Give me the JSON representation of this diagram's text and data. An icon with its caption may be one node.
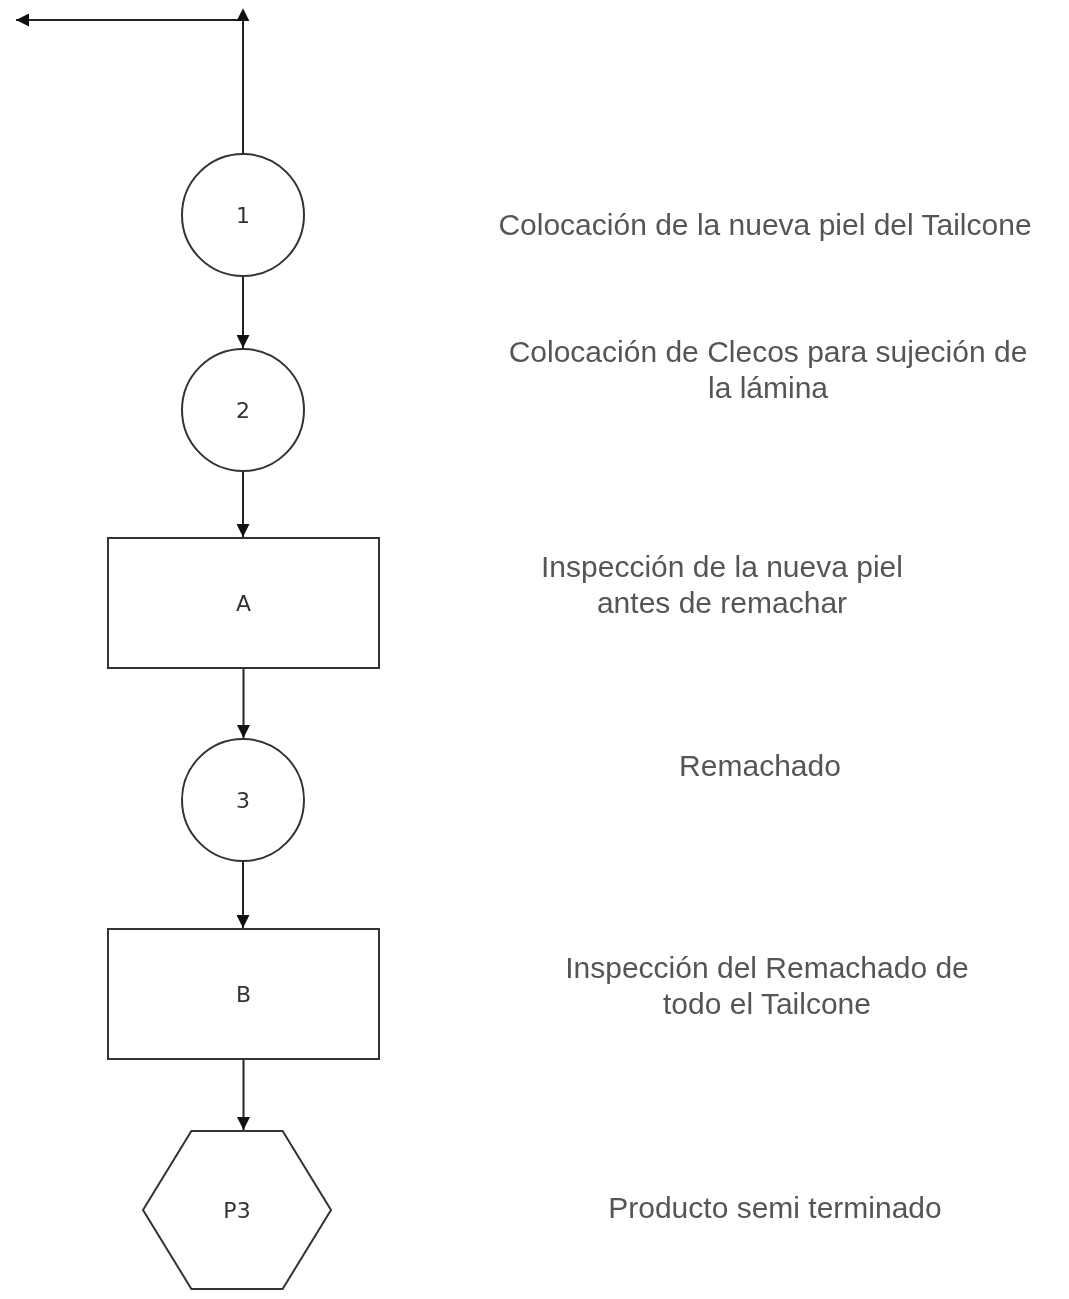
{
  "diagram": {
    "nodes": [
      {
        "text": [
          "1"
        ]
      },
      {
        "text": [
          "2"
        ]
      },
      {
        "text": [
          "A"
        ]
      },
      {
        "text": [
          "3"
        ]
      },
      {
        "text": [
          "B"
        ]
      },
      {
        "text": [
          "P3"
        ]
      }
    ],
    "edges": [
      {
        "from": 0,
        "to": null,
        "arrow": "to"
      },
      {
        "from": 0,
        "to": 1,
        "arrow": "to"
      },
      {
        "from": 1,
        "to": 2,
        "arrow": "to"
      },
      {
        "from": 2,
        "to": 3,
        "arrow": "to"
      },
      {
        "from": 3,
        "to": 4,
        "arrow": "to"
      },
      {
        "from": 4,
        "to": 5,
        "arrow": "to"
      }
    ],
    "labels": [
      "Colocación de la nueva piel del Tailcone",
      "Colocación de Clecos para sujeción de la lámina",
      "Inspección de la nueva piel antes de remachar",
      "Remachado",
      "Inspección del Remachado de todo el Tailcone",
      "Producto semi terminado"
    ]
  }
}
